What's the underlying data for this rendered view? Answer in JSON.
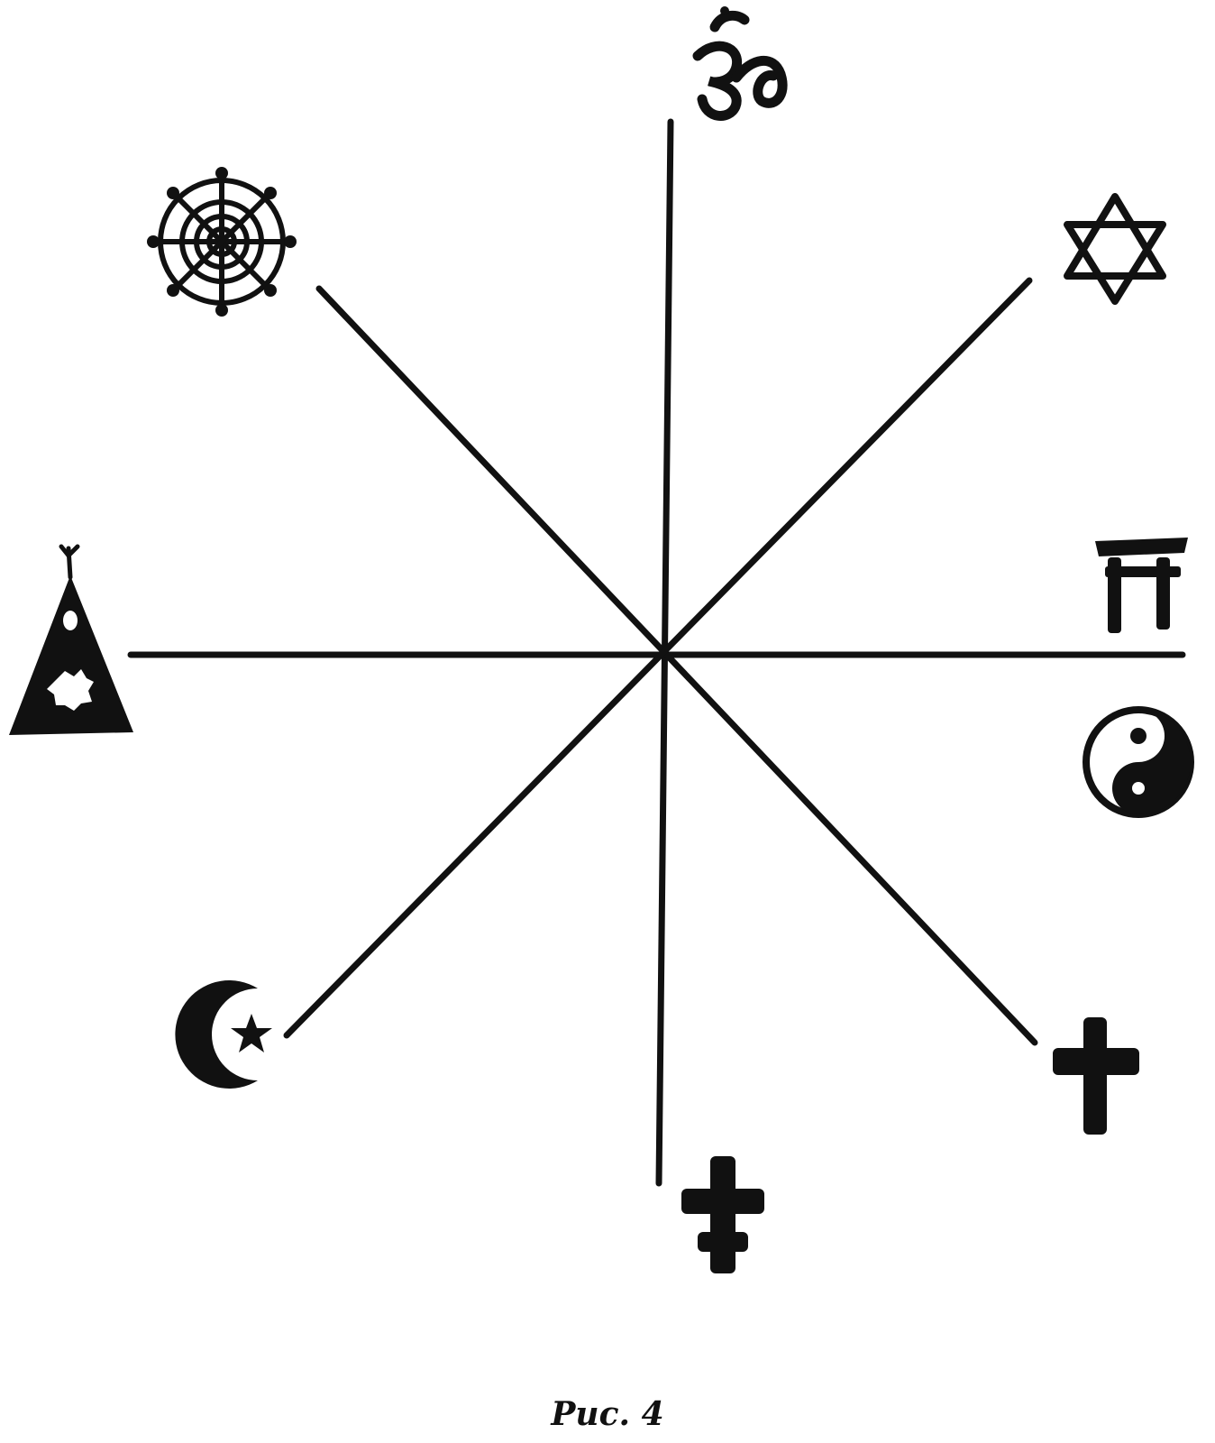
{
  "figure": {
    "caption": "Рис. 4",
    "ink_color": "#111111",
    "background_color": "#ffffff",
    "symbols": [
      {
        "name": "om-icon",
        "direction": "north"
      },
      {
        "name": "star-of-david-icon",
        "direction": "north-east"
      },
      {
        "name": "torii-gate-icon",
        "direction": "east"
      },
      {
        "name": "yin-yang-icon",
        "direction": "east"
      },
      {
        "name": "latin-cross-icon",
        "direction": "south-east"
      },
      {
        "name": "orthodox-cross-icon",
        "direction": "south"
      },
      {
        "name": "crescent-star-icon",
        "direction": "south-west"
      },
      {
        "name": "tipi-icon",
        "direction": "west"
      },
      {
        "name": "dharma-wheel-icon",
        "direction": "north-west"
      }
    ]
  }
}
